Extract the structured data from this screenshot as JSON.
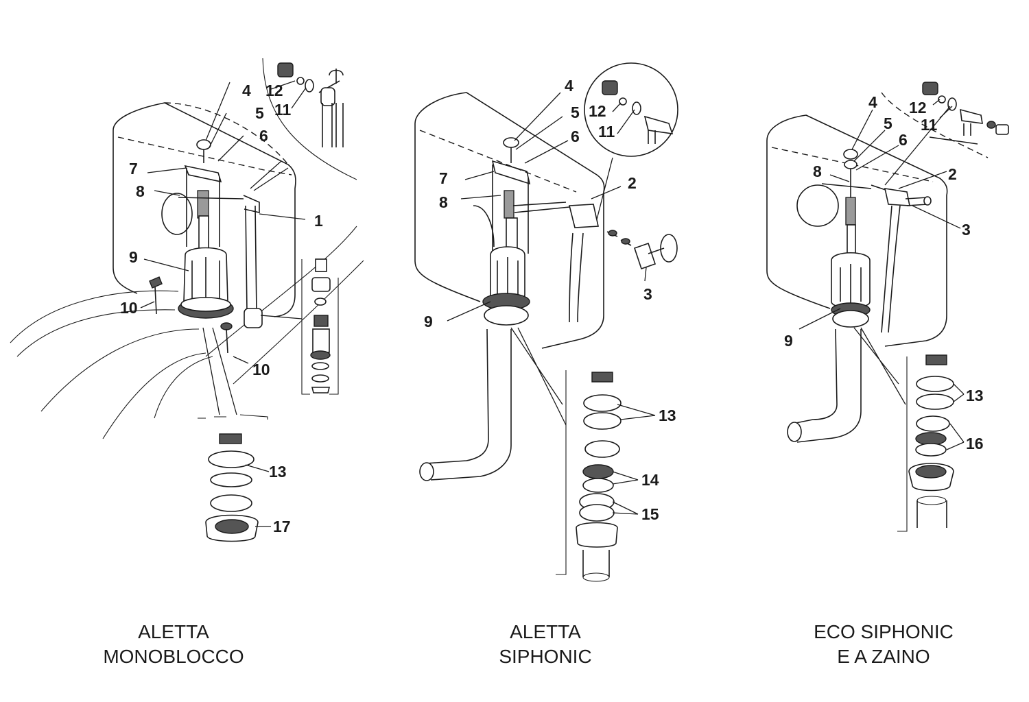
{
  "diagrams": [
    {
      "id": "aletta-monoblocco",
      "caption_line1": "ALETTA",
      "caption_line2": "MONOBLOCCO",
      "callouts": [
        "1",
        "4",
        "5",
        "6",
        "7",
        "8",
        "9",
        "10",
        "10",
        "11",
        "12",
        "13",
        "17"
      ]
    },
    {
      "id": "aletta-siphonic",
      "caption_line1": "ALETTA",
      "caption_line2": "SIPHONIC",
      "callouts": [
        "2",
        "3",
        "4",
        "5",
        "6",
        "7",
        "8",
        "9",
        "11",
        "12",
        "13",
        "14",
        "15"
      ]
    },
    {
      "id": "eco-siphonic",
      "caption_line1": "ECO SIPHONIC",
      "caption_line2": "E A ZAINO",
      "callouts": [
        "2",
        "3",
        "4",
        "5",
        "6",
        "8",
        "9",
        "11",
        "12",
        "13",
        "16"
      ]
    }
  ]
}
